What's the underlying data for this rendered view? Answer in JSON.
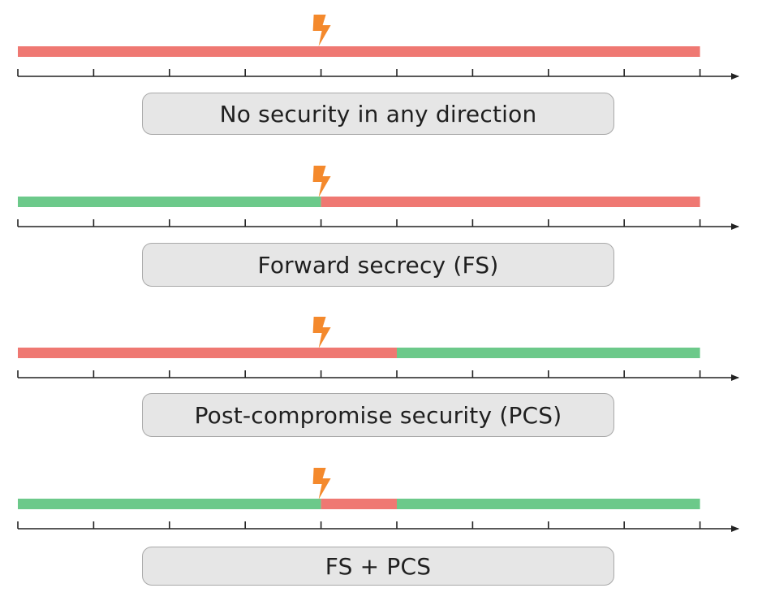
{
  "colors": {
    "secure": "#6cc98a",
    "insecure": "#ef7872",
    "compromise": "#f4892c",
    "axis": "#222222",
    "box_fill": "#e6e6e6",
    "box_border": "#a8a8a8"
  },
  "icons": {
    "compromise": "lightning-bolt-icon"
  },
  "timeline": {
    "tick_count": 10,
    "compromise_tick": 4
  },
  "scenarios": [
    {
      "label": "No security in any direction",
      "segments": [
        {
          "from": 0,
          "to": 9,
          "state": "insecure"
        }
      ]
    },
    {
      "label": "Forward secrecy (FS)",
      "segments": [
        {
          "from": 0,
          "to": 4,
          "state": "secure"
        },
        {
          "from": 4,
          "to": 9,
          "state": "insecure"
        }
      ]
    },
    {
      "label": "Post-compromise security (PCS)",
      "segments": [
        {
          "from": 0,
          "to": 5,
          "state": "insecure"
        },
        {
          "from": 5,
          "to": 9,
          "state": "secure"
        }
      ]
    },
    {
      "label": "FS + PCS",
      "segments": [
        {
          "from": 0,
          "to": 4,
          "state": "secure"
        },
        {
          "from": 4,
          "to": 5,
          "state": "insecure"
        },
        {
          "from": 5,
          "to": 9,
          "state": "secure"
        }
      ]
    }
  ]
}
